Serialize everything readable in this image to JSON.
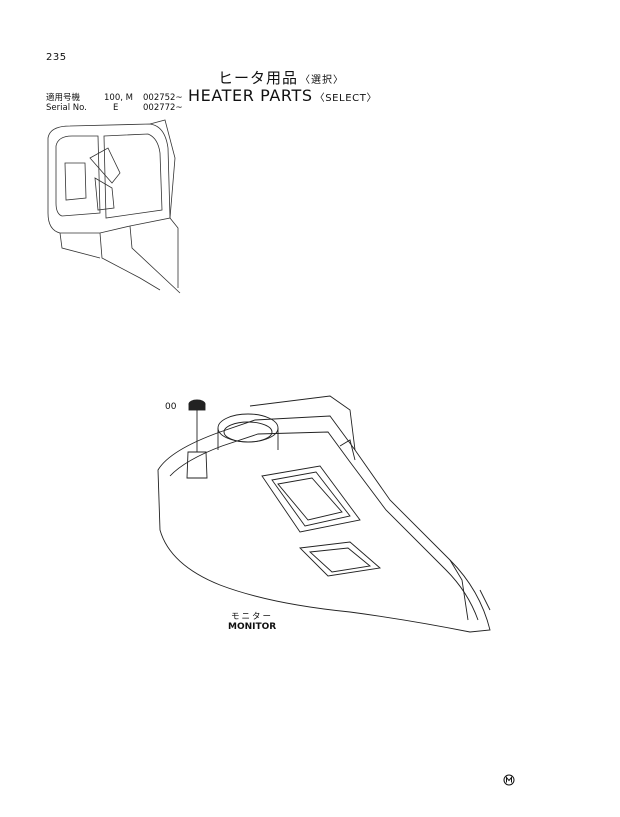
{
  "page_number": "235",
  "title": {
    "jp": "ヒータ用品",
    "jp_suffix": "〈選択〉",
    "en": "HEATER PARTS",
    "en_suffix": "〈SELECT〉"
  },
  "applicability": {
    "label_jp": "適用号機",
    "label_en": "Serial No.",
    "rows": [
      {
        "model": "100, M",
        "serial": "002752~"
      },
      {
        "model": "E",
        "serial": "002772~"
      }
    ]
  },
  "callouts": {
    "item": "00"
  },
  "labels": {
    "monitor_jp": "モニター",
    "monitor_en": "MONITOR"
  },
  "icons": {
    "machine_sketch": "machine-cab-sketch",
    "monitor_drawing": "monitor-panel-drawing",
    "mark": "circled-m-mark"
  }
}
